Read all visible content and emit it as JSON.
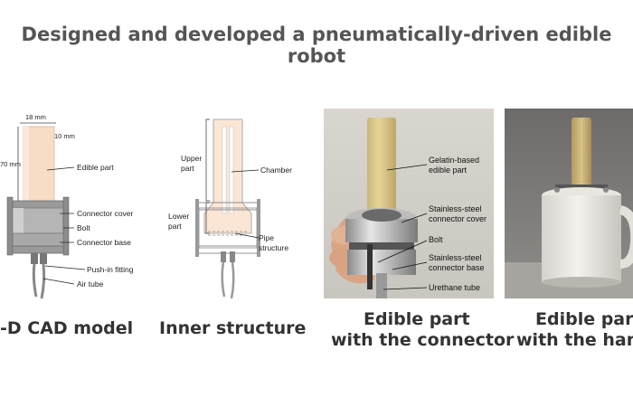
{
  "title": "Designed and developed a pneumatically-driven edible robot",
  "colors": {
    "gelatin": "#f7dcc6",
    "metal": "#a8a8a8",
    "title_gray": "#555555",
    "caption_dark": "#333333"
  },
  "panels": {
    "cad": {
      "caption": "-D CAD model",
      "dims": {
        "width": "18 mm",
        "thickness": "10 mm",
        "height": "70 mm"
      },
      "labels": {
        "edible_part": "Edible part",
        "connector_cover": "Connector cover",
        "bolt": "Bolt",
        "connector_base": "Connector base",
        "push_in_fitting": "Push-in fitting",
        "air_tube": "Air tube"
      }
    },
    "inner": {
      "caption": "Inner structure",
      "labels": {
        "upper_part_1": "Upper",
        "upper_part_2": "part",
        "chamber": "Chamber",
        "lower_part_1": "Lower",
        "lower_part_2": "part",
        "pipe_1": "Pipe",
        "pipe_2": "structure"
      }
    },
    "photo_connector": {
      "caption_line1": "Edible part",
      "caption_line2": "with the connector",
      "labels": {
        "gelatin_1": "Gelatin-based",
        "gelatin_2": "edible part",
        "cover_1": "Stainless-steel",
        "cover_2": "connector cover",
        "bolt": "Bolt",
        "base_1": "Stainless-steel",
        "base_2": "connector base",
        "tube": "Urethane tube"
      }
    },
    "photo_hand": {
      "caption_line1": "Edible part",
      "caption_line2": "with the hand"
    }
  }
}
